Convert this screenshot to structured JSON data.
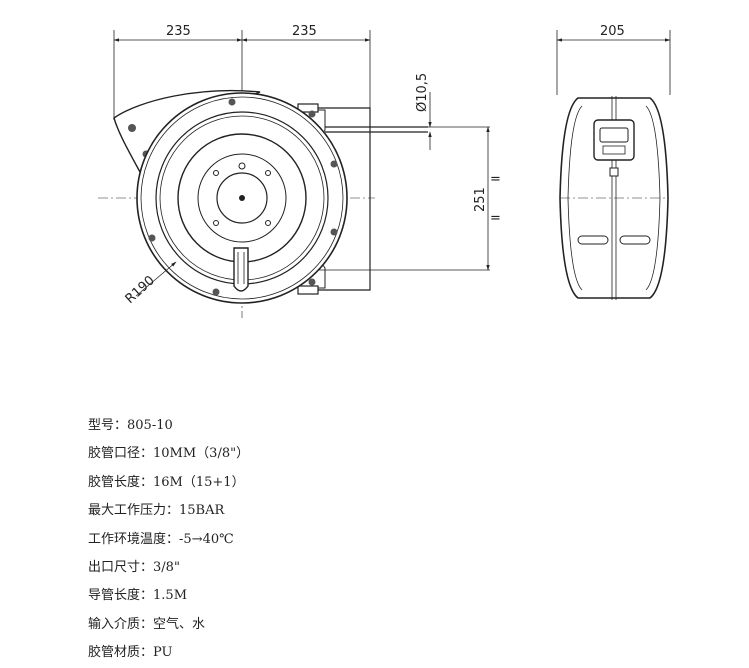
{
  "dimensions": {
    "width_left": "235",
    "width_right": "235",
    "side_width": "205",
    "inlet_diameter": "Ø10,5",
    "axis_height": "251",
    "radius": "R190"
  },
  "specs": [
    {
      "label": "型号：",
      "value": "805-10"
    },
    {
      "label": "胶管口径：",
      "value": "10MM（3/8\"）"
    },
    {
      "label": "胶管长度：",
      "value": "16M（15+1）"
    },
    {
      "label": "最大工作压力：",
      "value": "15BAR"
    },
    {
      "label": "工作环境温度：",
      "value": "-5→40℃"
    },
    {
      "label": "出口尺寸：",
      "value": "3/8\""
    },
    {
      "label": "导管长度：",
      "value": "1.5M"
    },
    {
      "label": "输入介质：",
      "value": "空气、水"
    },
    {
      "label": "胶管材质：",
      "value": "PU"
    }
  ]
}
